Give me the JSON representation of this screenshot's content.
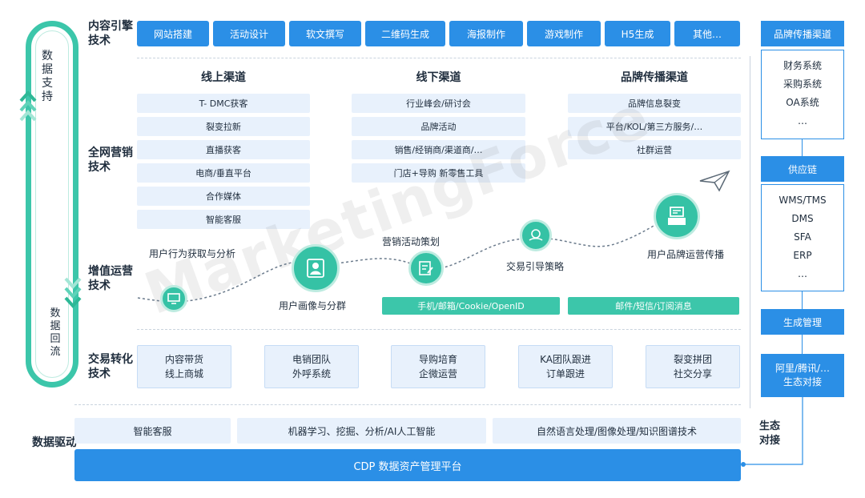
{
  "left_loop": {
    "top_label": "数据支持",
    "bottom_label": "数据回流"
  },
  "rows": {
    "content": "内容引擎技术",
    "marketing": "全网营销技术",
    "value_ops": "增值运营技术",
    "trade": "交易转化技术",
    "data": "数据驱动"
  },
  "content_tools": [
    "网站搭建",
    "活动设计",
    "软文撰写",
    "二维码生成",
    "海报制作",
    "游戏制作",
    "H5生成",
    "其他…"
  ],
  "channels": {
    "online": {
      "title": "线上渠道",
      "items": [
        "T- DMC获客",
        "裂变拉新",
        "直播获客",
        "电商/垂直平台",
        "合作媒体",
        "智能客服"
      ]
    },
    "offline": {
      "title": "线下渠道",
      "items": [
        "行业峰会/研讨会",
        "品牌活动",
        "销售/经销商/渠道商/…",
        "门店+导购 新零售工具"
      ]
    },
    "brand": {
      "title": "品牌传播渠道",
      "items": [
        "品牌信息裂变",
        "平台/KOL/第三方服务/…",
        "社群运营"
      ]
    }
  },
  "journey": {
    "n1": "用户行为获取与分析",
    "n2": "用户画像与分群",
    "n3": "营销活动策划",
    "n4": "交易引导策略",
    "n5": "用户品牌运营传播",
    "bar1": "手机/邮箱/Cookie/OpenID",
    "bar2": "邮件/短信/订阅消息"
  },
  "trade_boxes": [
    {
      "l1": "内容带货",
      "l2": "线上商城"
    },
    {
      "l1": "电销团队",
      "l2": "外呼系统"
    },
    {
      "l1": "导购培育",
      "l2": "企微运营"
    },
    {
      "l1": "KA团队跟进",
      "l2": "订单跟进"
    },
    {
      "l1": "裂变拼团",
      "l2": "社交分享"
    }
  ],
  "data_row": [
    "智能客服",
    "机器学习、挖掘、分析/AI人工智能",
    "自然语言处理/图像处理/知识图谱技术"
  ],
  "cdp": "CDP 数据资产管理平台",
  "ecosystem_label": "生态对接",
  "side": {
    "brand_head": "品牌传播渠道",
    "brand_items": [
      "财务系统",
      "采购系统",
      "OA系统",
      "…"
    ],
    "supply_head": "供应链",
    "supply_items": [
      "WMS/TMS",
      "DMS",
      "SFA",
      "ERP",
      "…"
    ],
    "prod_mgmt": "生成管理",
    "eco_line1": "阿里/腾讯/…",
    "eco_line2": "生态对接"
  },
  "watermark": "MarketingForce",
  "colors": {
    "blue": "#2b8fe6",
    "teal": "#3cc6aa",
    "light_blue": "#e8f1fc"
  }
}
